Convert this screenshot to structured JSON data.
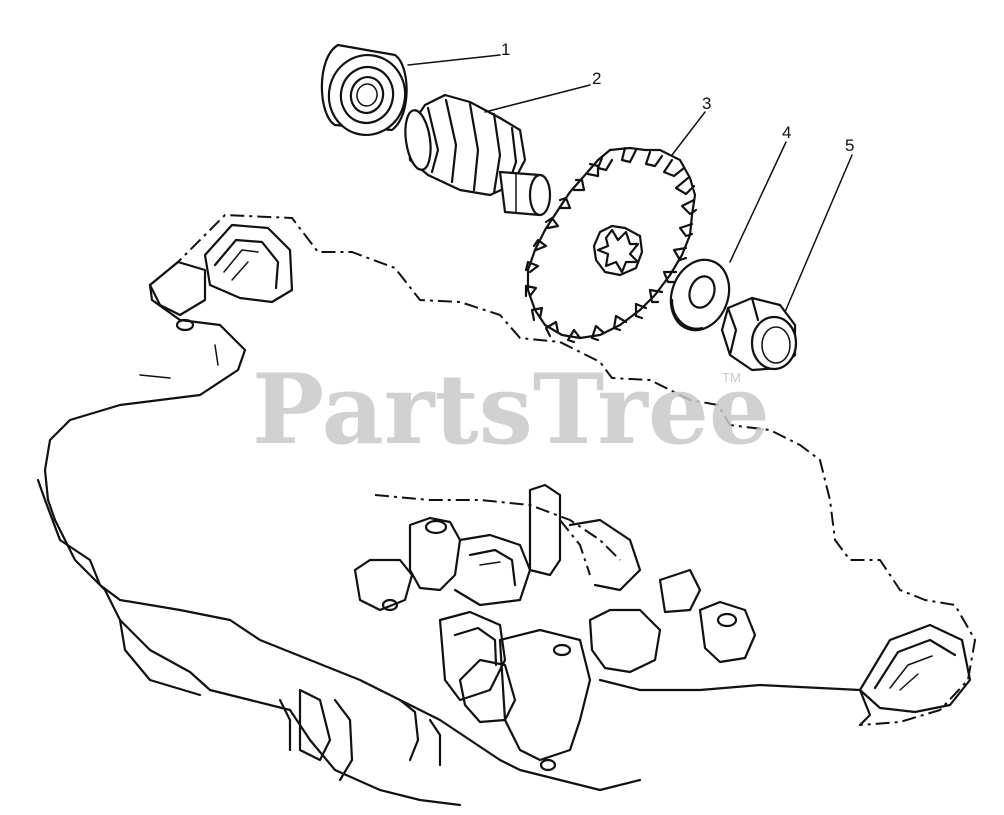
{
  "callouts": [
    {
      "label": "1",
      "part": "bearing"
    },
    {
      "label": "2",
      "part": "pinion-shaft"
    },
    {
      "label": "3",
      "part": "sprocket-gear"
    },
    {
      "label": "4",
      "part": "washer"
    },
    {
      "label": "5",
      "part": "bushing"
    }
  ],
  "watermark": {
    "brand": "PartsTree",
    "trademark": "TM"
  },
  "colors": {
    "ink": "#111111",
    "background": "#ffffff",
    "watermark": "#c9c9c9"
  }
}
